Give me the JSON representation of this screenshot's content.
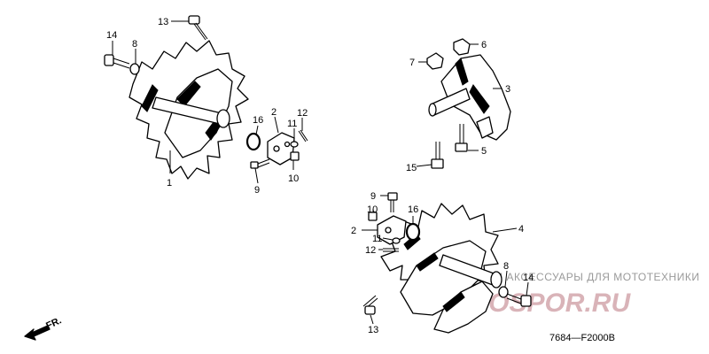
{
  "diagram_code": "7684—F2000B",
  "direction_label": "FR.",
  "watermark": {
    "text": "ЗАПЧАСТИ И АКСЕССУАРЫ ДЛЯ МОТОТЕХНИКИ",
    "logo": "MOTOSPOR.RU"
  },
  "callouts": {
    "c13a": "13",
    "c14a": "14",
    "c8a": "8",
    "c1": "1",
    "c16a": "16",
    "c2a": "2",
    "c11a": "11",
    "c12a": "12",
    "c9a": "9",
    "c10a": "10",
    "c6": "6",
    "c7": "7",
    "c3": "3",
    "c5": "5",
    "c15": "15",
    "c9b": "9",
    "c10b": "10",
    "c16b": "16",
    "c4": "4",
    "c2b": "2",
    "c11b": "11",
    "c12b": "12",
    "c8b": "8",
    "c14b": "14",
    "c13b": "13"
  }
}
